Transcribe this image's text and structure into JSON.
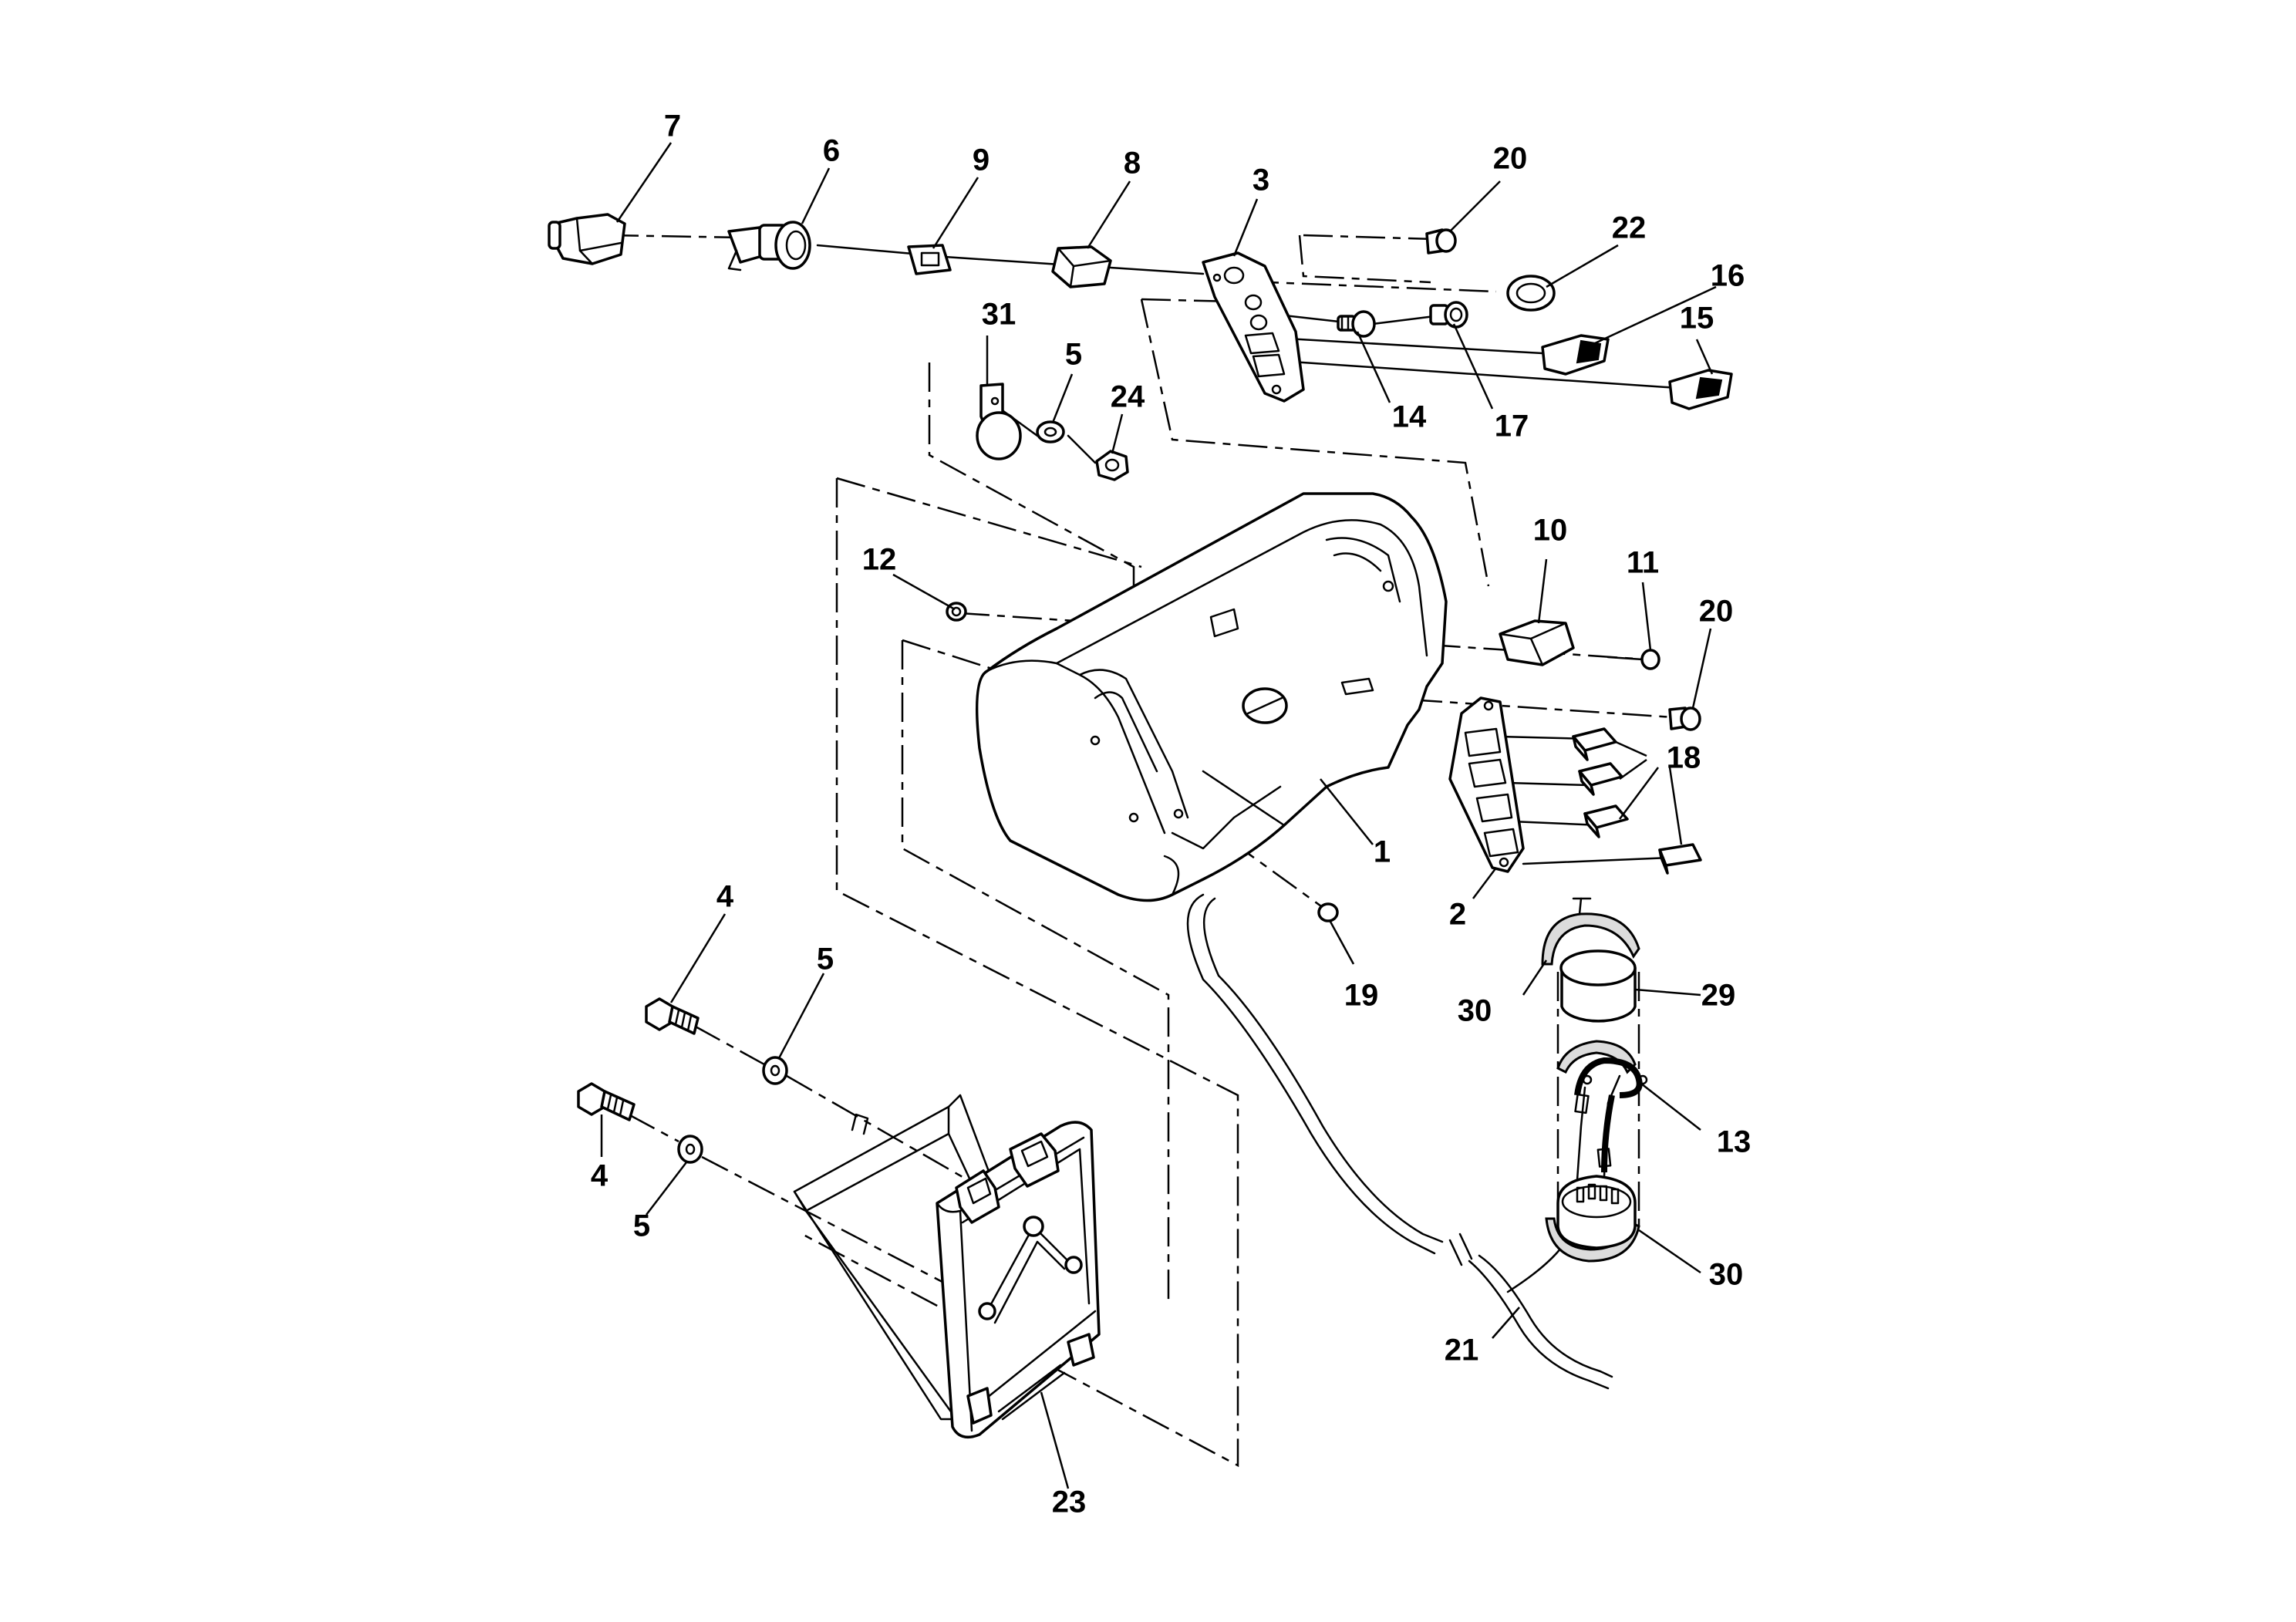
{
  "labels": {
    "l1": "1",
    "l2": "2",
    "l3": "3",
    "l4a": "4",
    "l4b": "4",
    "l5a": "5",
    "l5b": "5",
    "l5c": "5",
    "l6": "6",
    "l7": "7",
    "l8": "8",
    "l9": "9",
    "l10": "10",
    "l11": "11",
    "l12": "12",
    "l13": "13",
    "l14": "14",
    "l15": "15",
    "l16": "16",
    "l17": "17",
    "l18": "18",
    "l19": "19",
    "l20a": "20",
    "l20b": "20",
    "l21": "21",
    "l22": "22",
    "l23": "23",
    "l24": "24",
    "l29": "29",
    "l30a": "30",
    "l30b": "30",
    "l31": "31"
  }
}
